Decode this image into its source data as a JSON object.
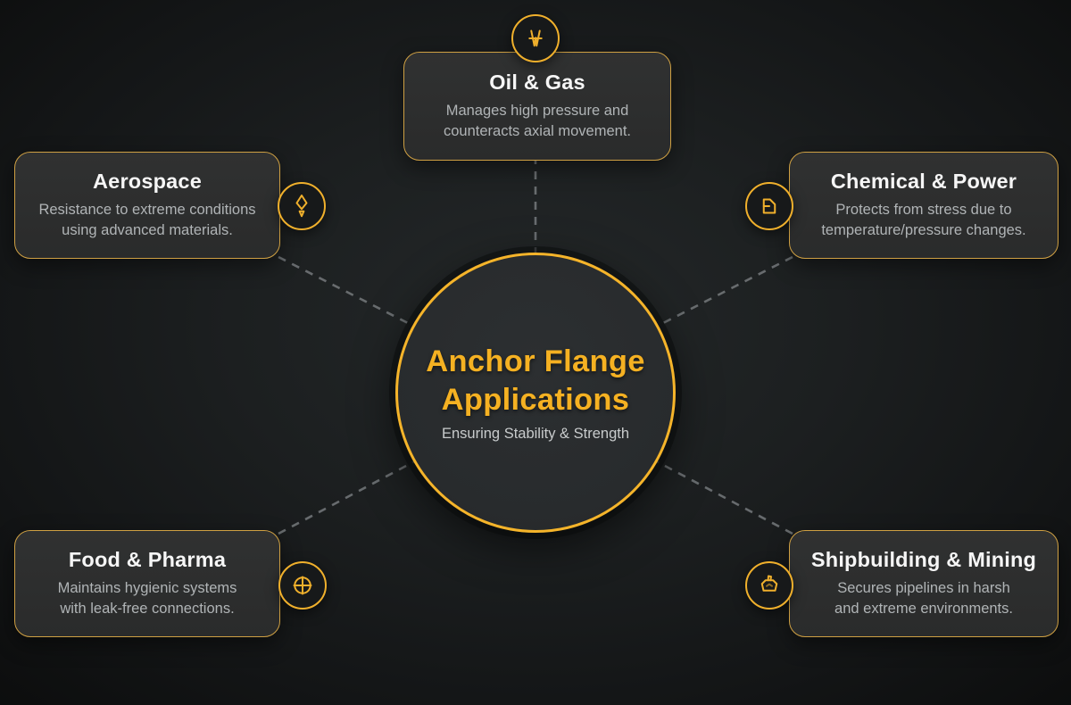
{
  "center": {
    "title": "Anchor Flange\nApplications",
    "subtitle": "Ensuring Stability & Strength"
  },
  "cards": [
    {
      "title": "Oil & Gas",
      "description": "Manages high pressure and\ncounteracts axial movement.",
      "icon": "oil-derrick-icon",
      "position": "top"
    },
    {
      "title": "Aerospace",
      "description": "Resistance to extreme conditions\nusing advanced materials.",
      "icon": "rocket-icon",
      "position": "upper-left"
    },
    {
      "title": "Chemical & Power",
      "description": "Protects from stress due to\ntemperature/pressure changes.",
      "icon": "flask-icon",
      "position": "upper-right"
    },
    {
      "title": "Food & Pharma",
      "description": "Maintains hygienic systems\nwith leak-free connections.",
      "icon": "medical-cross-icon",
      "position": "lower-left"
    },
    {
      "title": "Shipbuilding & Mining",
      "description": "Secures pipelines in harsh\nand extreme environments.",
      "icon": "ore-cart-icon",
      "position": "lower-right"
    }
  ],
  "colors": {
    "gold_accent": "#f5b324",
    "gold_border": "#cfa043",
    "card_background": "#2d2e2e",
    "circle_background": "#2a2d2f",
    "title_text": "#f6f6f6",
    "body_text": "#b0b4b6",
    "connector_dash": "#75797c",
    "page_background": "#17191a"
  }
}
